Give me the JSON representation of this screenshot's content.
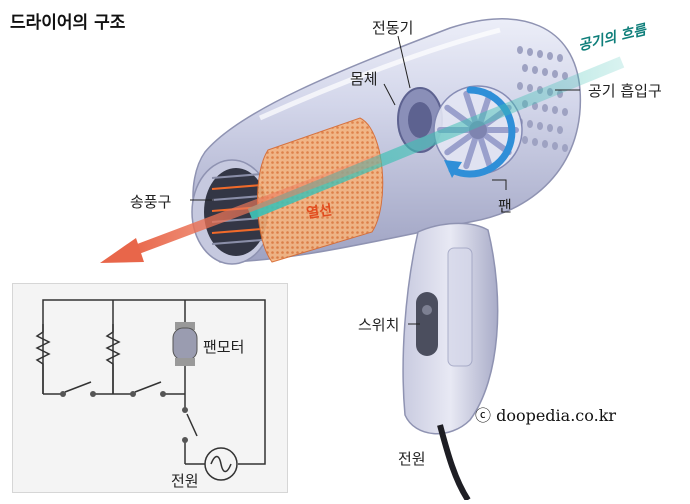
{
  "title": "드라이어의 구조",
  "labels": {
    "motor": "전동기",
    "body": "몸체",
    "air_intake": "공기 흡입구",
    "airflow": "공기의 흐름",
    "blower": "송풍구",
    "heating_wire": "열선",
    "fan": "팬",
    "switch": "스위치",
    "power": "전원",
    "fan_motor": "팬모터",
    "circuit_power": "전원"
  },
  "credit": "ⓒ doopedia.co.kr",
  "colors": {
    "body": "#d2d4e6",
    "airflow_arrow": "#3fc0b4",
    "hot_arrow": "#e8664a",
    "heating_coil": "#f0935a",
    "fan_blue": "#2f8fd8",
    "circuit_bg": "#f4f4f4"
  }
}
